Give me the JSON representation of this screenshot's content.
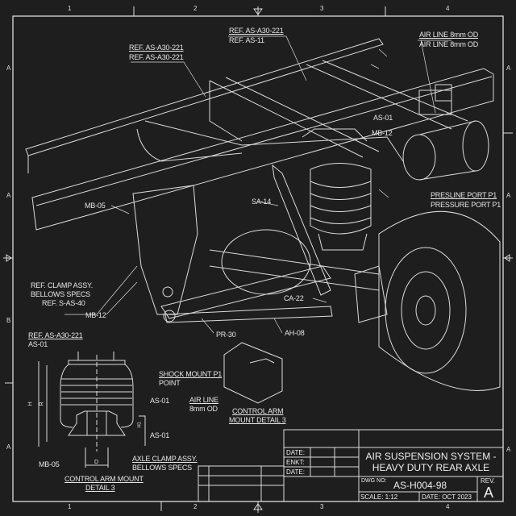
{
  "sheet": {
    "column_markers": [
      "1",
      "2",
      "3",
      "4"
    ],
    "row_markers_left": [
      "A",
      "A",
      "B",
      "A"
    ],
    "row_markers_right": [
      "A",
      "A",
      "A"
    ]
  },
  "callouts": {
    "ref_top_left_1": "REF. AS-A30-221",
    "ref_top_left_2": "REF. AS-A30-221",
    "ref_top_mid_1": "REF. AS-A30-221",
    "ref_top_mid_2": "REF. AS-11",
    "air_line_1": "AIR LINE 8mm OD",
    "air_line_2": "AIR LINE 8mm OD",
    "as01_top": "AS-01",
    "mb12_top": "MB-12",
    "presline": "PRESLINE PORT P1",
    "pressure": "PRESSURE PORT P1",
    "mb05": "MB-05",
    "sa14": "SA-14",
    "ref_clamp": "REF. CLAMP ASSY.",
    "bellows_specs": "BELLOWS SPECS",
    "ref_sas40": "REF. S-AS-40",
    "mb12_left": "MB-12",
    "ca22": "CA-22",
    "pr30": "PR-30",
    "ah08": "AH-08"
  },
  "detail": {
    "ref1": "REF. AS-A30-221",
    "ref2": "AS-01",
    "as01_a": "AS-01",
    "as01_b": "AS-01",
    "mb05": "MB-05",
    "axle_clamp": "AXLE CLAMP ASSY.",
    "bellows": "BELLOWS SPECS",
    "title1": "CONTROL ARM MOUNT",
    "title2": "DETAIL 3",
    "dim_h": "H",
    "dim_r": "R",
    "dim_d": "D",
    "dim_h1": "H1",
    "shock1": "SHOCK MOUNT P1",
    "shock2": "POINT",
    "airline1": "AIR LINE",
    "airline2": "8mm OD",
    "cam1": "CONTROL ARM",
    "cam2": "MOUNT DETAIL 3"
  },
  "title_block": {
    "date1": "DATE:",
    "enkt": "ENKT:",
    "date2": "DATE:",
    "title_line1": "AIR SUSPENSION SYSTEM -",
    "title_line2": "HEAVY DUTY REAR AXLE",
    "dwg_label": "DWG NO:",
    "dwg_no": "AS-H004-98",
    "rev_label": "REV.",
    "rev": "A",
    "scale": "SCALE: 1:12",
    "date": "DATE: OCT 2023"
  }
}
